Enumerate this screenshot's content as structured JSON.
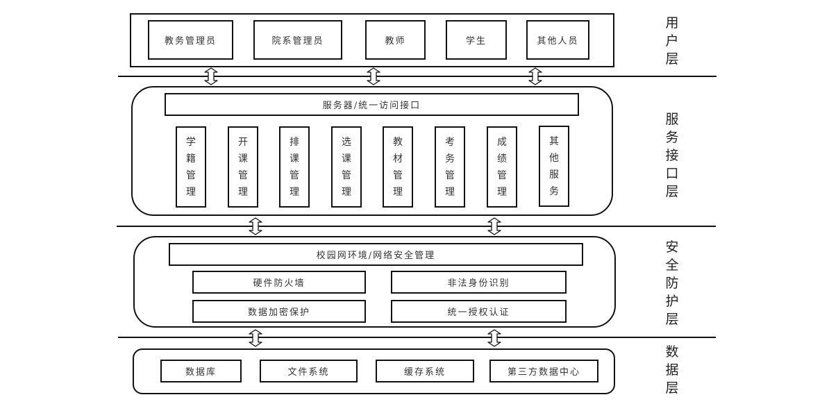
{
  "layers": {
    "user": {
      "label": [
        "用",
        "户",
        "层"
      ],
      "items": [
        "教务管理员",
        "院系管理员",
        "教师",
        "学生",
        "其他人员"
      ]
    },
    "service": {
      "label": [
        "服",
        "务",
        "接",
        "口",
        "层"
      ],
      "header": "服务器/统一访问接口",
      "items": [
        [
          "学",
          "籍",
          "管",
          "理"
        ],
        [
          "开",
          "课",
          "管",
          "理"
        ],
        [
          "排",
          "课",
          "管",
          "理"
        ],
        [
          "选",
          "课",
          "管",
          "理"
        ],
        [
          "教",
          "材",
          "管",
          "理"
        ],
        [
          "考",
          "务",
          "管",
          "理"
        ],
        [
          "成",
          "绩",
          "管",
          "理"
        ],
        [
          "其",
          "他",
          "服",
          "务"
        ]
      ]
    },
    "security": {
      "label": [
        "安",
        "全",
        "防",
        "护",
        "层"
      ],
      "header": "校园网环境/网络安全管理",
      "items": [
        "硬件防火墙",
        "非法身份识别",
        "数据加密保护",
        "统一授权认证"
      ]
    },
    "data": {
      "label": [
        "数",
        "据",
        "层"
      ],
      "items": [
        "数据库",
        "文件系统",
        "缓存系统",
        "第三方数据中心"
      ]
    }
  },
  "arrows": {
    "user_service": 3,
    "service_security": 2,
    "security_data": 2
  }
}
